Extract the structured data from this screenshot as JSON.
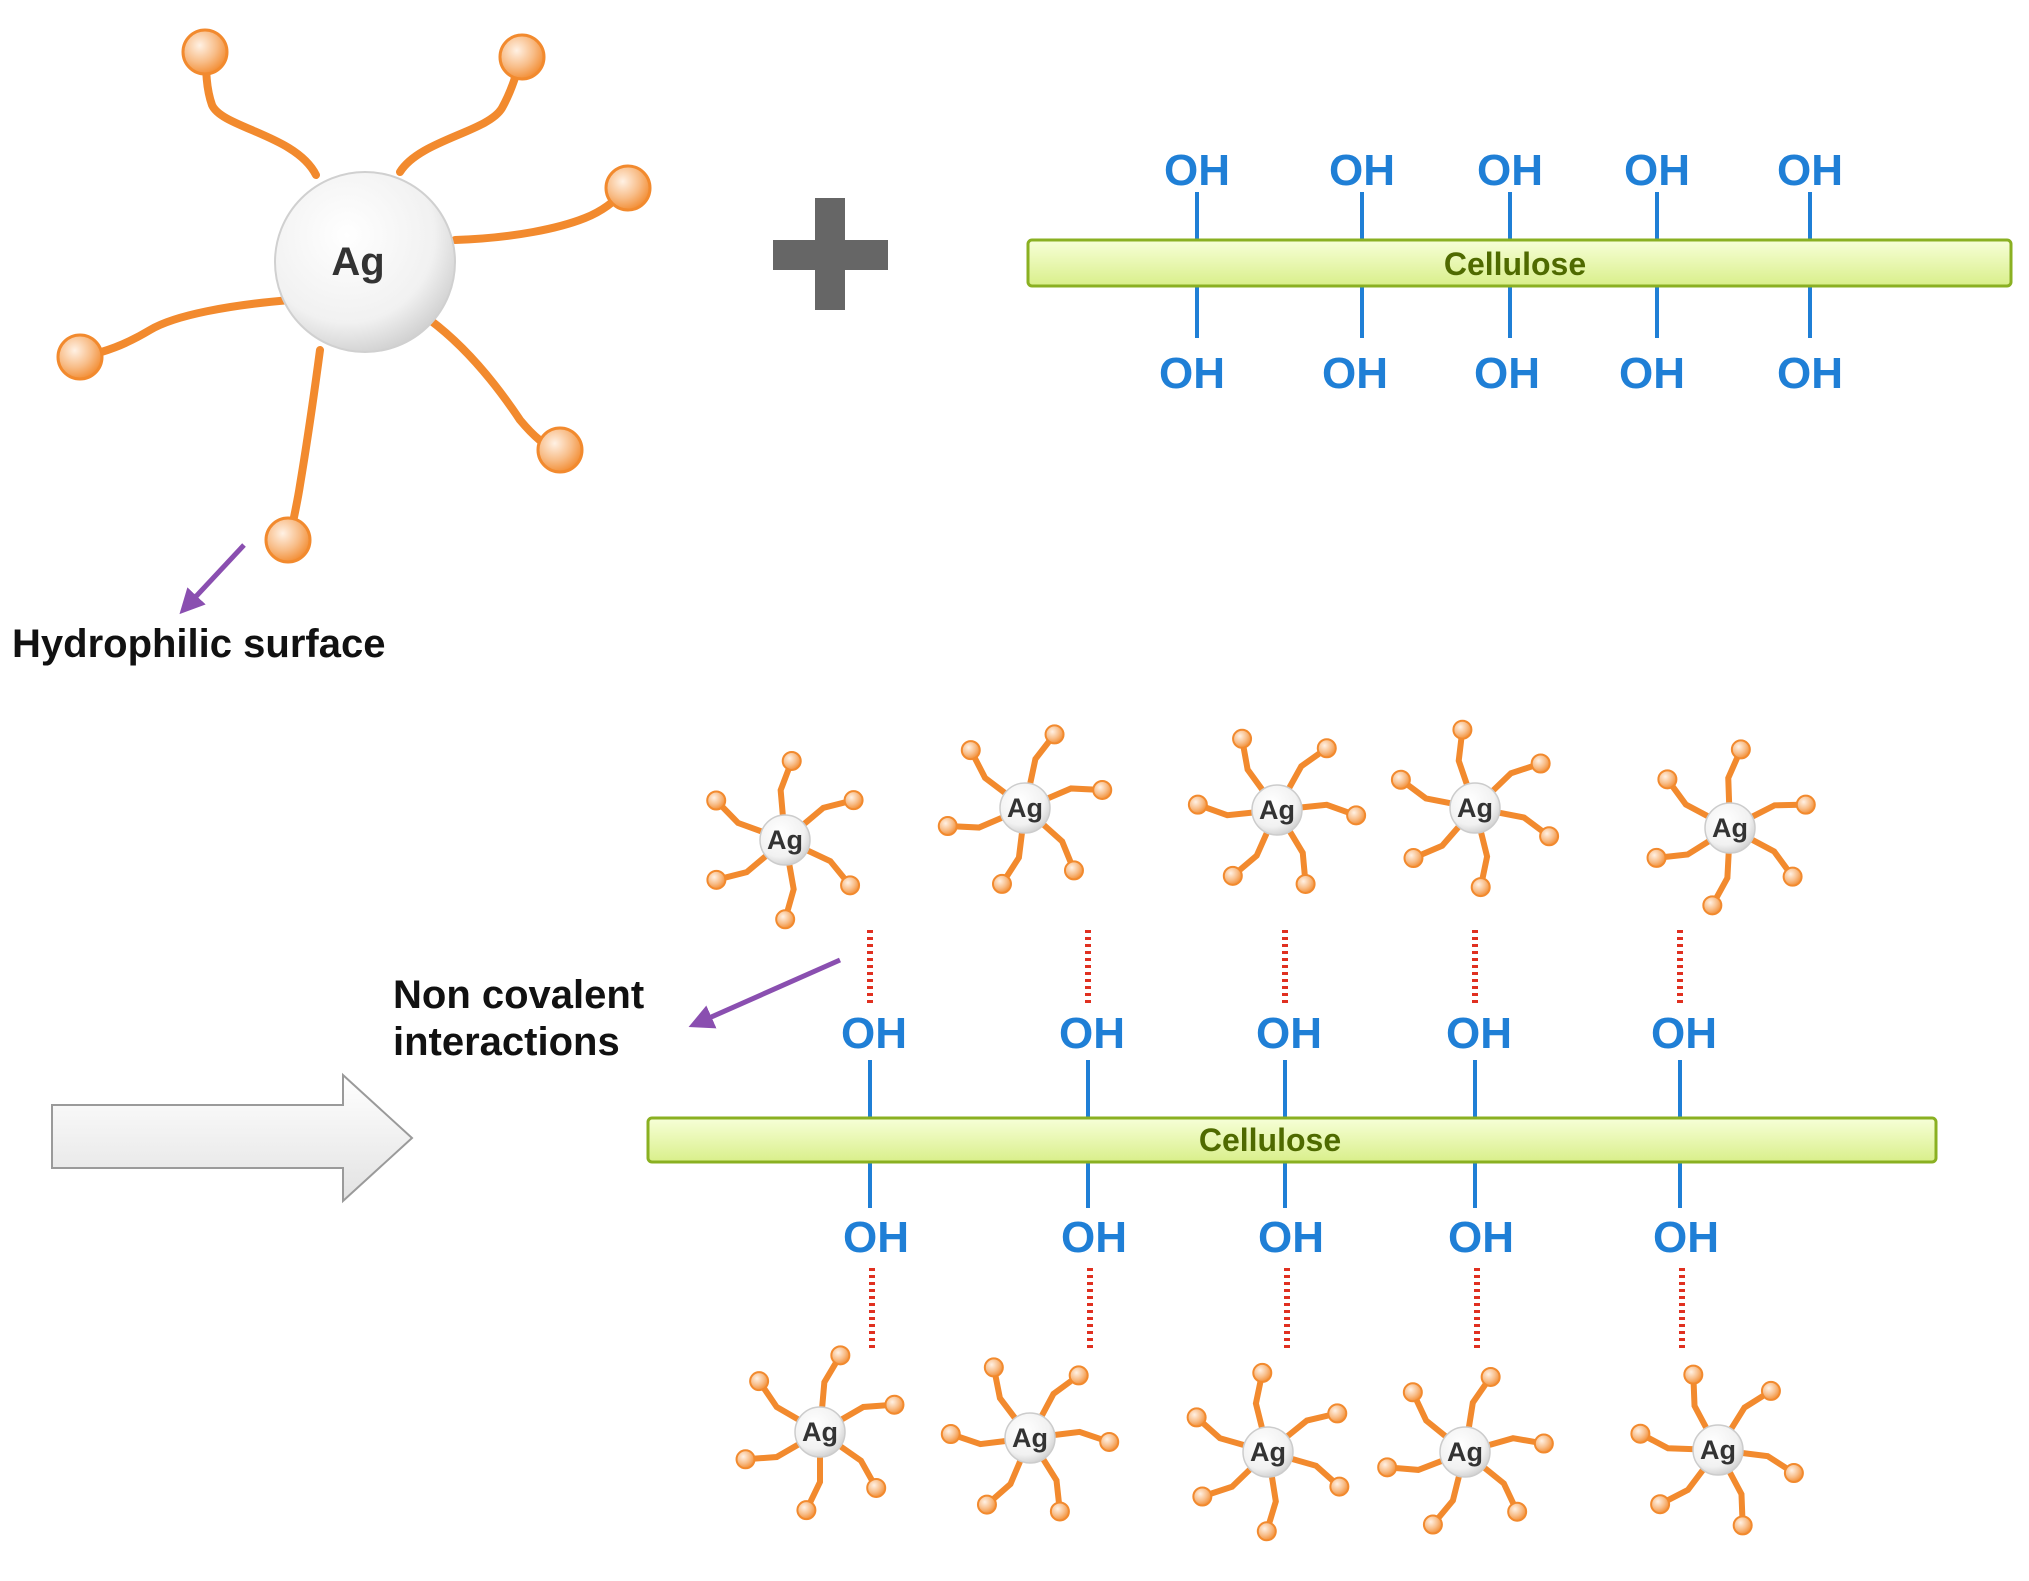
{
  "labels": {
    "ag": "Ag",
    "oh": "OH",
    "cellulose": "Cellulose",
    "hydrophilic": "Hydrophilic surface",
    "noncovalent_line1": "Non covalent",
    "noncovalent_line2": "interactions"
  },
  "colors": {
    "ligand": "#f28a2e",
    "ligand_bulb": "#f7b27a",
    "hydroxyl": "#1f7fd6",
    "cellulose_fill": "#e9f7b6",
    "cellulose_stroke": "#8ab022",
    "cellulose_text": "#4f6a00",
    "hbond": "#e03020",
    "callout_arrow": "#8a4fb0",
    "plus": "#666666"
  },
  "icons": {
    "plus": "plus-icon",
    "reaction_arrow": "right-arrow-icon",
    "callout": "callout-arrow-icon"
  }
}
